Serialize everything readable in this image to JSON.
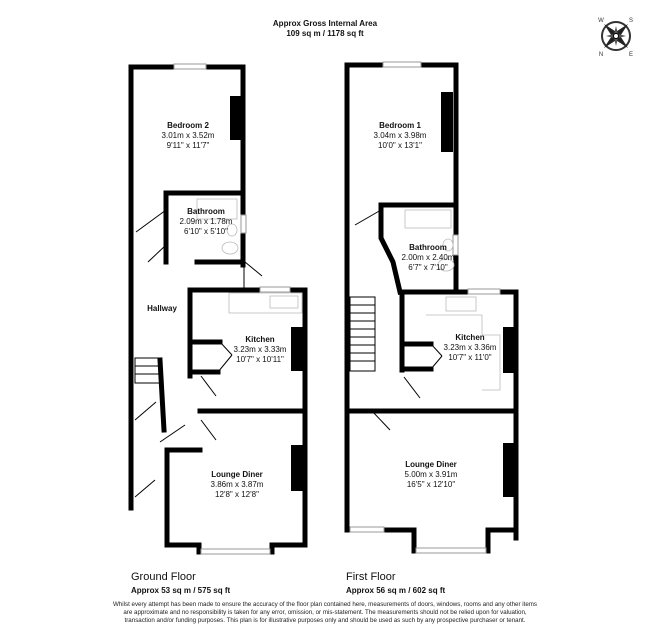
{
  "header": {
    "title": "Approx Gross Internal Area",
    "area": "109 sq m / 1178 sq ft"
  },
  "compass": {
    "icon": "compass-rose-icon",
    "letters": [
      "N",
      "E",
      "S",
      "W"
    ]
  },
  "ground_floor": {
    "name": "Ground Floor",
    "area": "Approx 53 sq m / 575 sq ft",
    "rooms": [
      {
        "name": "Bedroom 2",
        "metric": "3.01m x 3.52m",
        "imperial": "9'11\" x 11'7\""
      },
      {
        "name": "Bathroom",
        "metric": "2.09m x 1.78m",
        "imperial": "6'10\" x 5'10\""
      },
      {
        "name": "Hallway"
      },
      {
        "name": "Kitchen",
        "metric": "3.23m x 3.33m",
        "imperial": "10'7\" x 10'11\""
      },
      {
        "name": "Lounge Diner",
        "metric": "3.86m x 3.87m",
        "imperial": "12'8\" x 12'8\""
      }
    ]
  },
  "first_floor": {
    "name": "First Floor",
    "area": "Approx 56 sq m / 602 sq ft",
    "rooms": [
      {
        "name": "Bedroom 1",
        "metric": "3.04m x 3.98m",
        "imperial": "10'0\" x 13'1\""
      },
      {
        "name": "Bathroom",
        "metric": "2.00m x 2.40m",
        "imperial": "6'7\" x 7'10\""
      },
      {
        "name": "Kitchen",
        "metric": "3.23m x 3.36m",
        "imperial": "10'7\" x 11'0\""
      },
      {
        "name": "Lounge Diner",
        "metric": "5.00m x 3.91m",
        "imperial": "16'5\" x 12'10\""
      }
    ]
  },
  "disclaimer": "Whilst every attempt has been made to ensure the accuracy of the floor plan contained here, measurements of doors, windows, rooms and any other items are approximate and no responsibility is taken for any error, omission, or mis-statement. The measurements should not be relied upon for valuation, transaction and/or funding purposes. This plan is for illustrative purposes only and should be used as such by any prospective purchaser or tenant."
}
